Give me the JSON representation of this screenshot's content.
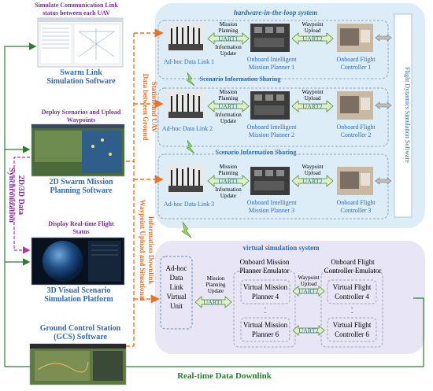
{
  "left": {
    "swarm_title": [
      "Simulate Communication Link",
      "status between each UAV"
    ],
    "swarm_label": [
      "Swarm Link",
      "Simulation Software"
    ],
    "mission_title": [
      "Deploy Scenarios and Upload",
      "Waypoints"
    ],
    "mission_label": [
      "2D Swarm Mission",
      "Planning Software"
    ],
    "sync_label": [
      "2D/3D Data",
      "Synchronization"
    ],
    "display_title": [
      "Display Real-time Flight",
      "Status"
    ],
    "visual_label": [
      "3D Visual Scenario",
      "Simulation Platform"
    ],
    "gcs_title": [
      "Ground Control Station",
      "(GCS) Software"
    ]
  },
  "vertical": {
    "ground_data": [
      "Data between Ground",
      "Station and UAV"
    ],
    "waypoint_info": [
      "Waypoint Upload and Situational",
      "Information Downlink"
    ],
    "flight_dynamics": "Flight Dynamics Simulation Software"
  },
  "hil": {
    "title": "hardware-in-the-loop system",
    "scenario_sharing": "Scenario Information Sharing",
    "rows": [
      {
        "adhoc": "Ad-hoc Data Link 1",
        "planner": [
          "Onboard Intelligent",
          "Mission Planner 1"
        ],
        "controller": [
          "Onboard Flight",
          "Controller 1"
        ]
      },
      {
        "adhoc": "Ad-hoc Data Link 2",
        "planner": [
          "Onboard Intelligent",
          "Mission Planner 2"
        ],
        "controller": [
          "Onboard Flight",
          "Controller 2"
        ]
      },
      {
        "adhoc": "Ad-hoc Data Link 3",
        "planner": [
          "Onboard Intelligent",
          "Mission Planner 3"
        ],
        "controller": [
          "Onboard Flight",
          "Controller 3"
        ]
      }
    ],
    "uart1_top": [
      "Mission",
      "Planning"
    ],
    "uart1": "UART1",
    "uart1_bottom": [
      "Information",
      "Update"
    ],
    "uart2_top": [
      "Waypoint",
      "Upload"
    ],
    "uart2": "UART2"
  },
  "virtual": {
    "title": "virtual simulation system",
    "adhoc_unit": [
      "Ad-hoc",
      "Data",
      "Link",
      "Virtual",
      "Unit"
    ],
    "mission_update": [
      "Mission",
      "Planning",
      "Update"
    ],
    "uart1": "UART1",
    "planner_emulator": [
      "Onboard Mission",
      "Planner Emulator"
    ],
    "controller_emulator": [
      "Onboard Flight",
      "Controller Emulator"
    ],
    "waypoint_upload": [
      "Waypoint",
      "Upload"
    ],
    "uart2": "UART2",
    "vmp4": [
      "Virtual Mission",
      "Planner 4"
    ],
    "vmp6": [
      "Virtual Mission",
      "Planner 6"
    ],
    "vfc4": [
      "Virtual Flight",
      "Controller 4"
    ],
    "vfc6": [
      "Virtual Flight",
      "Controller 6"
    ],
    "dots": "."
  },
  "bottom": {
    "downlink": "Real-time Data Downlink"
  },
  "colors": {
    "panel_blue": "#dcedf8",
    "panel_purple": "#e8e6f4",
    "text_blue": "#2f6db5",
    "title_purple": "#7a2d9a",
    "orange": "#e8732c",
    "green_dark": "#2e7d32",
    "magenta": "#c12fa8",
    "arrow_fill": "#dff0c8",
    "arrow_stroke": "#4e8a2e"
  }
}
